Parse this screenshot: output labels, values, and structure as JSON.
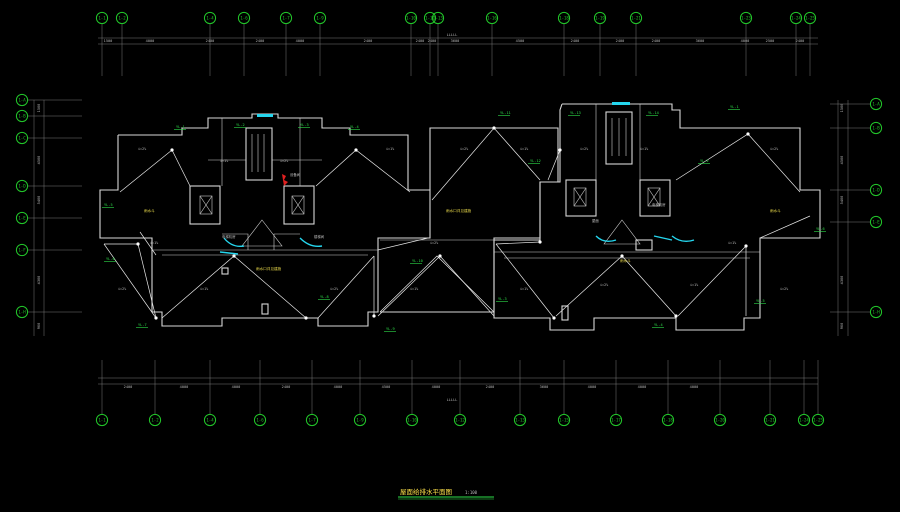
{
  "drawing_title": "屋面给排水平面图",
  "drawing_scale": "1:100",
  "grid_top": [
    "1-1",
    "1-2",
    "1-4",
    "1-6",
    "1-7",
    "1-9",
    "1-10",
    "1-11",
    "1-13",
    "1-16",
    "1-18",
    "1-19",
    "1-21",
    "1-23",
    "1-24",
    "1-25"
  ],
  "grid_bottom": [
    "1-1",
    "1-2",
    "1-4",
    "1-6",
    "1-7",
    "1-9",
    "1-10",
    "1-12",
    "1-13",
    "1-15",
    "1-17",
    "1-18",
    "1-20",
    "1-21",
    "1-24",
    "1-25"
  ],
  "grid_left": [
    "1-A",
    "1-B",
    "1-C",
    "1-D",
    "1-E",
    "1-F",
    "1-H"
  ],
  "grid_right": [
    "1-A",
    "1-B",
    "1-D",
    "1-E",
    "1-H"
  ],
  "overall_dim": "LLLLL",
  "dims_top": [
    "1500",
    "4000",
    "2400",
    "2400",
    "4000",
    "2400",
    "2400",
    "2400",
    "3600",
    "4500",
    "2400",
    "2400",
    "2400",
    "3600",
    "4000",
    "2500",
    "2400"
  ],
  "dims_bottom": [
    "2400",
    "4000",
    "4000",
    "2400",
    "4000",
    "4500",
    "4000",
    "2400",
    "3600",
    "4000",
    "4000",
    "4000"
  ],
  "dims_left": [
    "1500",
    "4500",
    "5400",
    "4300",
    "900"
  ],
  "dims_right": [
    "1500",
    "4500",
    "5400",
    "4300",
    "900"
  ],
  "leaders": [
    "YL-1",
    "YL-2",
    "YL-3",
    "YL-4",
    "YL-5",
    "YL-6",
    "YL-7",
    "YL-8",
    "YL-9",
    "YL-10",
    "YL-11",
    "YL-12",
    "YL-13",
    "YL-14"
  ],
  "slope_labels": [
    "i=2%",
    "i=1%"
  ],
  "room_labels": [
    "电梯机房",
    "楼梯间",
    "设备间",
    "屋面"
  ],
  "notes": [
    "雨水斗",
    "雨水口详见建施"
  ],
  "colors": {
    "bg": "#000000",
    "grid": "#22c82a",
    "wall": "#d8d8d8",
    "accent_cyan": "#25d6ee",
    "leader": "#2ee04a",
    "title": "#ffe24a",
    "red_mark": "#e02020"
  }
}
